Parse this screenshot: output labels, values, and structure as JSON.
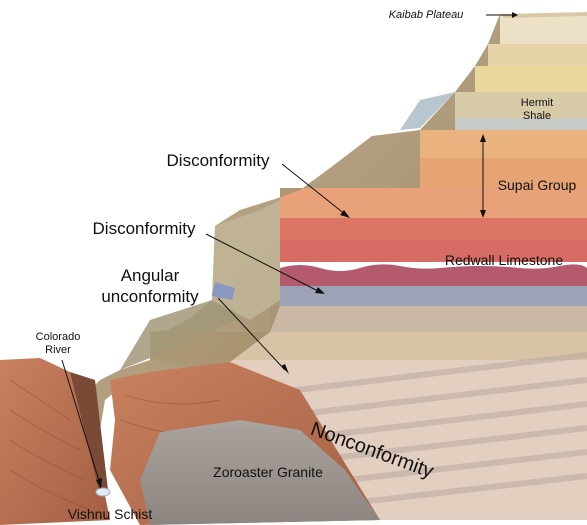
{
  "labels": {
    "kaibab_plateau": "Kaibab Plateau",
    "hermit_shale": [
      "Hermit",
      "Shale"
    ],
    "supai_group": "Supai Group",
    "redwall_limestone": "Redwall Limestone",
    "disconformity_upper": "Disconformity",
    "disconformity_lower": "Disconformity",
    "angular_unconformity": [
      "Angular",
      "unconformity"
    ],
    "colorado_river": [
      "Colorado",
      "River"
    ],
    "nonconformity": "Nonconformity",
    "zoroaster_granite": "Zoroaster Granite",
    "vishnu_schist": "Vishnu Schist"
  },
  "colors": {
    "background": "#ffffff",
    "kaibab": "#e9dcc0",
    "hermit": "#d9c9a4",
    "hermit_blue": "#b9c4c8",
    "supai": "#e9b07c",
    "supai_dark": "#d88a5a",
    "redwall": "#d86a5a",
    "redwall_band": "#b9586c",
    "muav": "#9aa0b8",
    "tonto": "#cfc0a4",
    "grand_canyon_supergroup_light": "#e4d2c0",
    "grand_canyon_supergroup_dark": "#b8a89c",
    "vishnu_schist": "#b97555",
    "zoroaster_granite": "#9c9490",
    "river": "#dfe6ee",
    "cliff_face": "#b7a07a",
    "text": "#111111"
  }
}
